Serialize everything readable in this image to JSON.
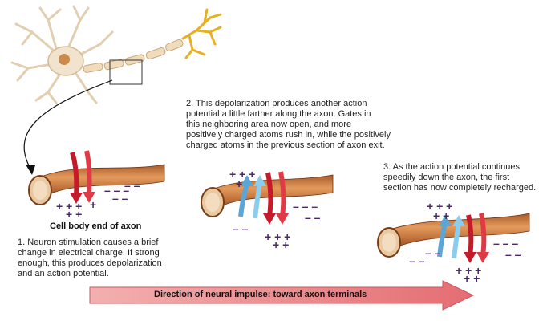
{
  "labels": {
    "cell_body_caption": "Cell body end of axon",
    "step1": "1. Neuron stimulation causes a brief\nchange in electrical charge. If strong\nenough, this produces depolarization\nand an action potential.",
    "step2": "2. This depolarization produces another action\npotential a little farther along the axon. Gates in\nthis neighboring area now open, and more\npositively charged atoms rush in, while the positively\ncharged atoms in the previous section of axon exit.",
    "step3": "3. As the action potential continues\nspeedily down the axon, the first\nsection has now completely recharged.",
    "direction": "Direction of neural impulse: toward axon terminals"
  },
  "colors": {
    "axon": "#c8783f",
    "axon_dark": "#8a4a22",
    "inward_arrow": "#e03a46",
    "outward_arrow": "#6fb6dc",
    "direction_arrow": "#e8787a",
    "charge_sign": "#4a2a66",
    "dendrite_yellow": "#e8b020",
    "neuron_body": "#f1e3cd"
  }
}
